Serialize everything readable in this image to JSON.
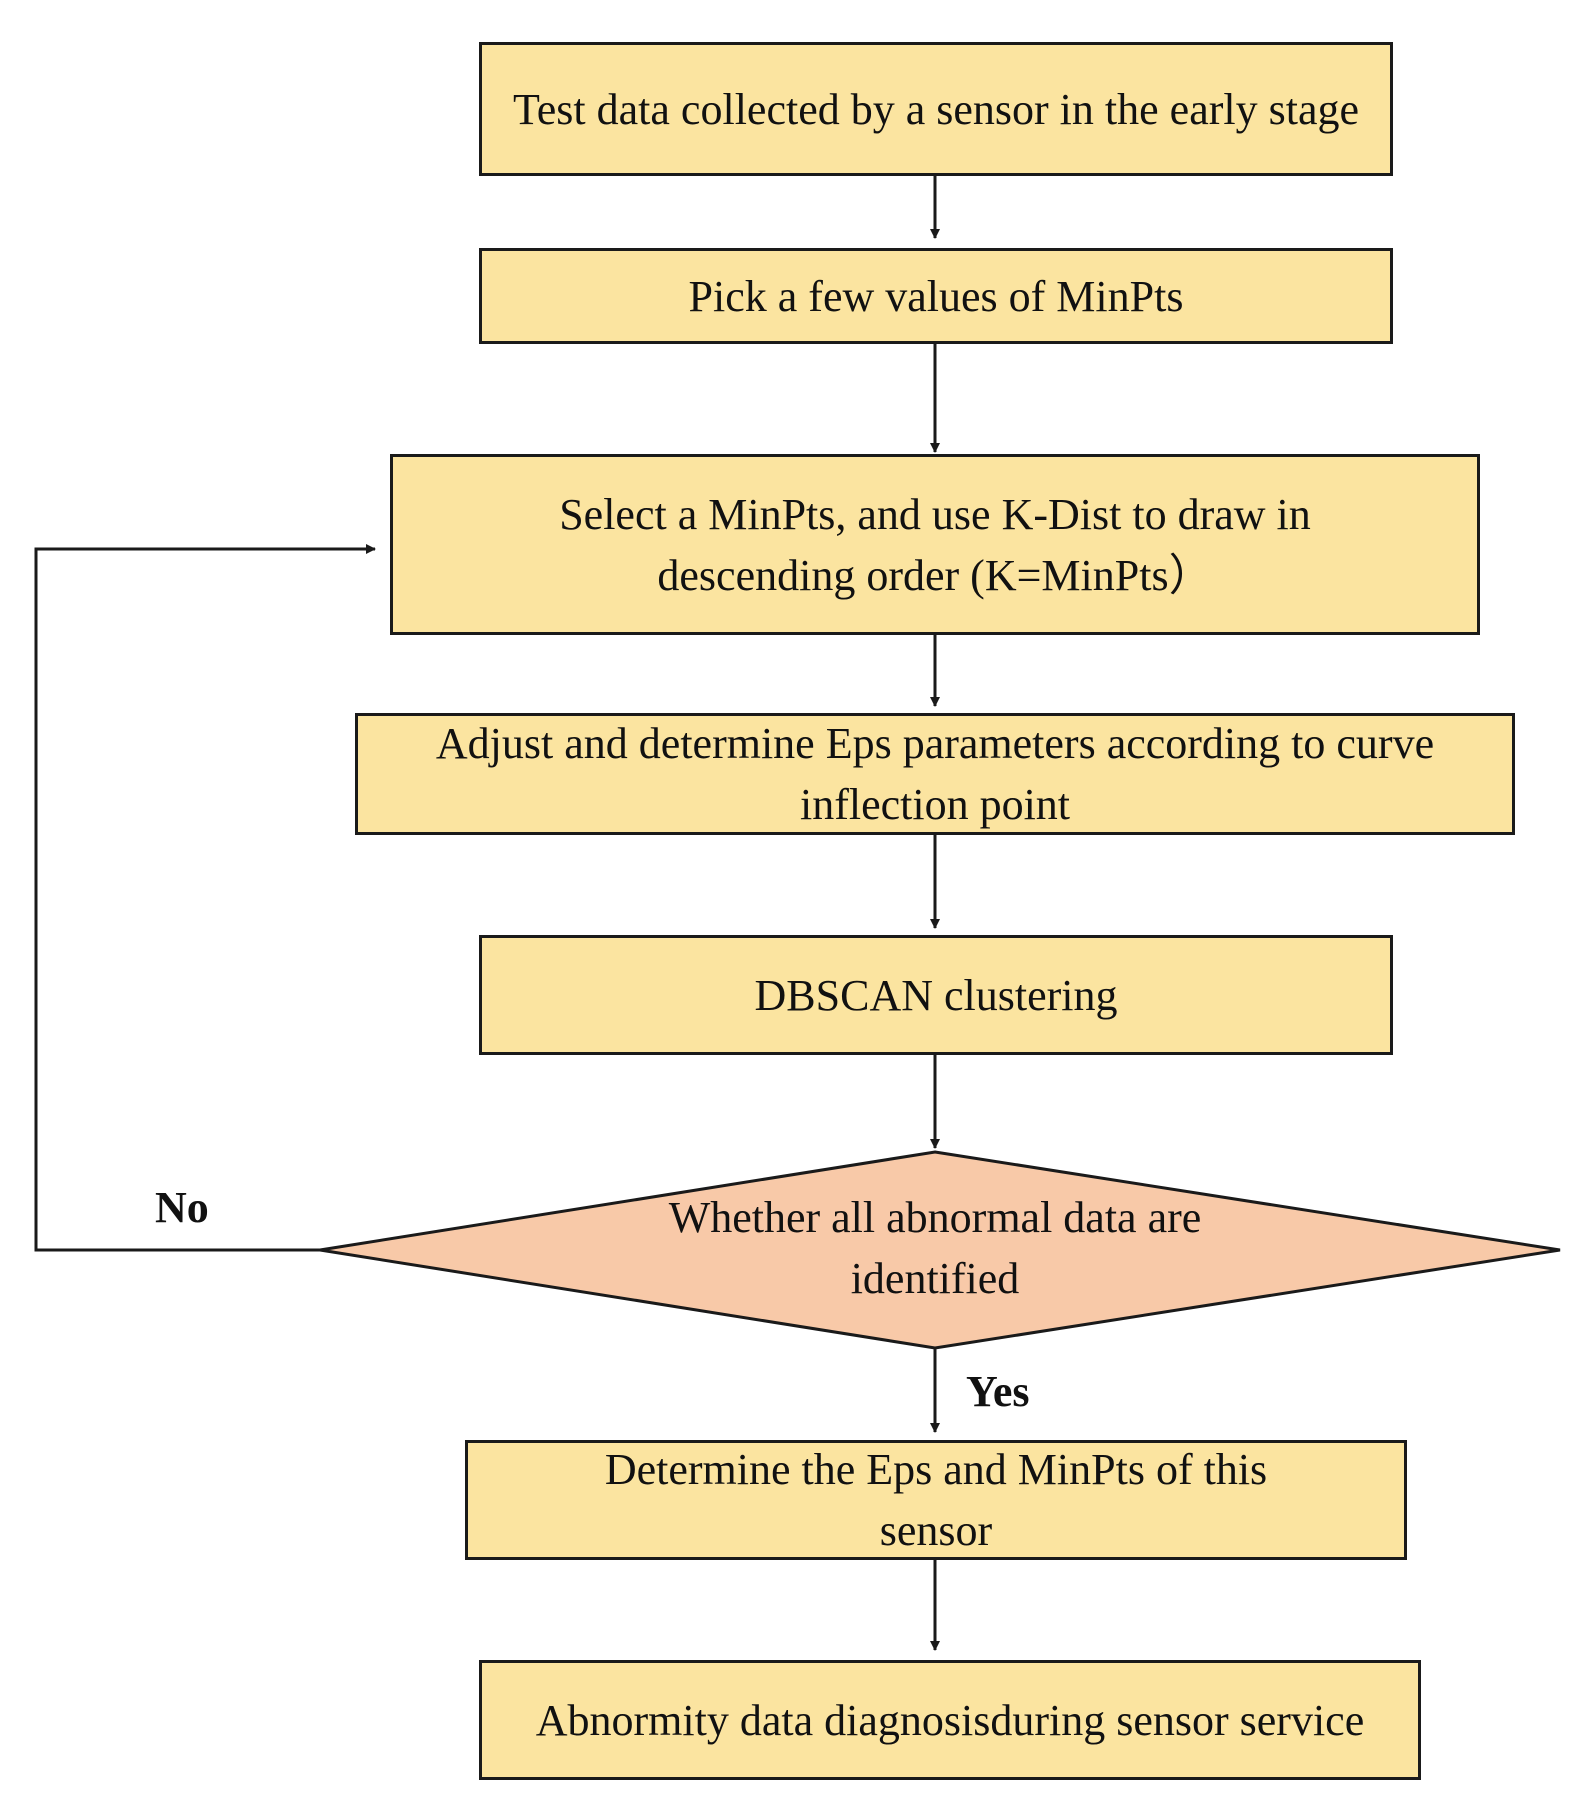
{
  "flowchart": {
    "steps": [
      "Test data collected by a sensor in the early stage",
      "Pick a few values of MinPts",
      "Select a MinPts, and use K-Dist to draw in descending order (K=MinPts）",
      "Adjust and determine Eps parameters according to curve inflection point",
      "DBSCAN clustering"
    ],
    "decision": "Whether all abnormal data are identified",
    "after_steps": [
      "Determine the Eps and MinPts of this sensor",
      "Abnormity data diagnosisduring sensor service"
    ],
    "no_label": "No",
    "yes_label": "Yes"
  },
  "colors": {
    "box_fill": "#fbe4a0",
    "decision_fill": "#f8c9a8",
    "line": "#1a1a1a"
  }
}
